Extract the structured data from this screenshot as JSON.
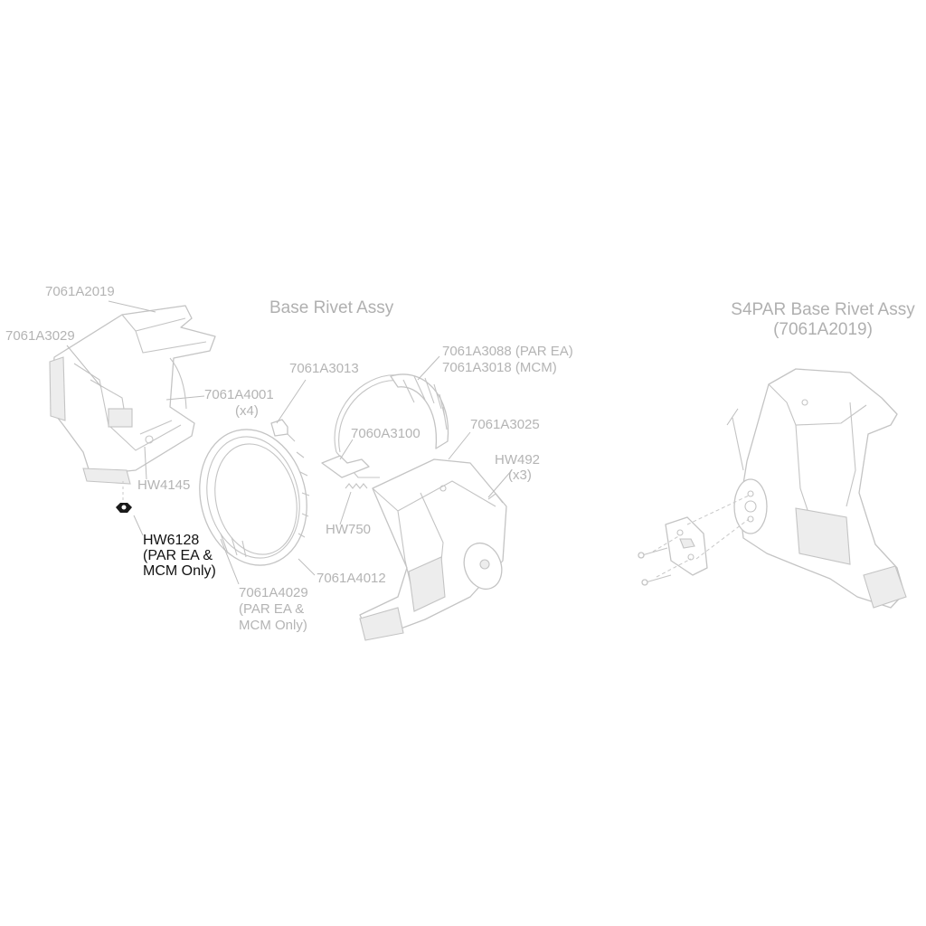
{
  "titles": {
    "base_rivet_assy": "Base Rivet Assy",
    "s4par_line1": "S4PAR Base Rivet Assy",
    "s4par_line2": "(7061A2019)"
  },
  "labels": {
    "p_7061A2019": "7061A2019",
    "p_7061A3029": "7061A3029",
    "p_7061A4001": "7061A4001",
    "p_7061A4001_qty": "(x4)",
    "p_HW4145": "HW4145",
    "p_HW6128": "HW6128",
    "p_HW6128_note1": "(PAR EA &",
    "p_HW6128_note2": "MCM Only)",
    "p_7061A3013": "7061A3013",
    "p_7060A3100": "7060A3100",
    "p_HW750": "HW750",
    "p_7061A3088": "7061A3088 (PAR EA)",
    "p_7061A3018": "7061A3018 (MCM)",
    "p_7061A3025": "7061A3025",
    "p_HW492": "HW492",
    "p_HW492_qty": "(x3)",
    "p_7061A4012": "7061A4012",
    "p_7061A4029": "7061A4029",
    "p_7061A4029_note1": "(PAR EA &",
    "p_7061A4029_note2": "MCM Only)"
  }
}
